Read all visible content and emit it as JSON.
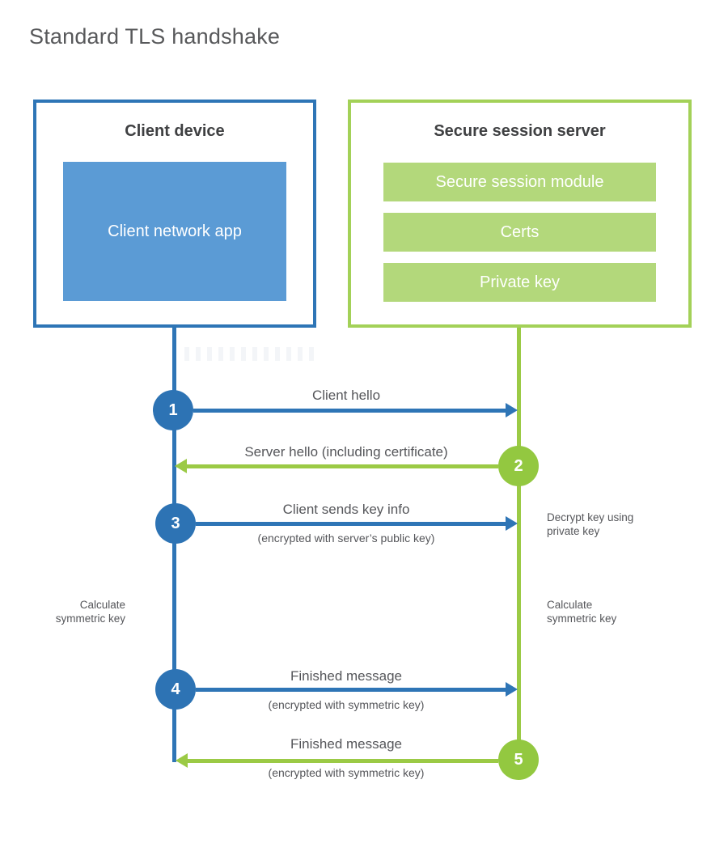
{
  "title": "Standard TLS handshake",
  "client": {
    "title": "Client device",
    "app_label": "Client network app"
  },
  "server": {
    "title": "Secure session server",
    "modules": [
      "Secure session module",
      "Certs",
      "Private key"
    ]
  },
  "steps": [
    {
      "number": "1",
      "label": "Client hello",
      "sublabel": "",
      "direction": "client-to-server"
    },
    {
      "number": "2",
      "label": "Server hello (including certificate)",
      "sublabel": "",
      "direction": "server-to-client"
    },
    {
      "number": "3",
      "label": "Client sends key info",
      "sublabel": "(encrypted with server’s public key)",
      "direction": "client-to-server"
    },
    {
      "number": "4",
      "label": "Finished message",
      "sublabel": "(encrypted with symmetric key)",
      "direction": "client-to-server"
    },
    {
      "number": "5",
      "label": "Finished message",
      "sublabel": "(encrypted with symmetric key)",
      "direction": "server-to-client"
    }
  ],
  "annotations": {
    "decrypt_key": "Decrypt key using private key",
    "calculate_left": "Calculate symmetric key",
    "calculate_right": "Calculate symmetric key"
  },
  "colors": {
    "blue": "#2e75b6",
    "blue_fill": "#5b9bd5",
    "green": "#9bca45",
    "green_circle": "#93c840",
    "green_border": "#a3d158",
    "green_fill": "#b3d87b",
    "label_text": "#55565a",
    "heading_text": "#3f4042"
  }
}
